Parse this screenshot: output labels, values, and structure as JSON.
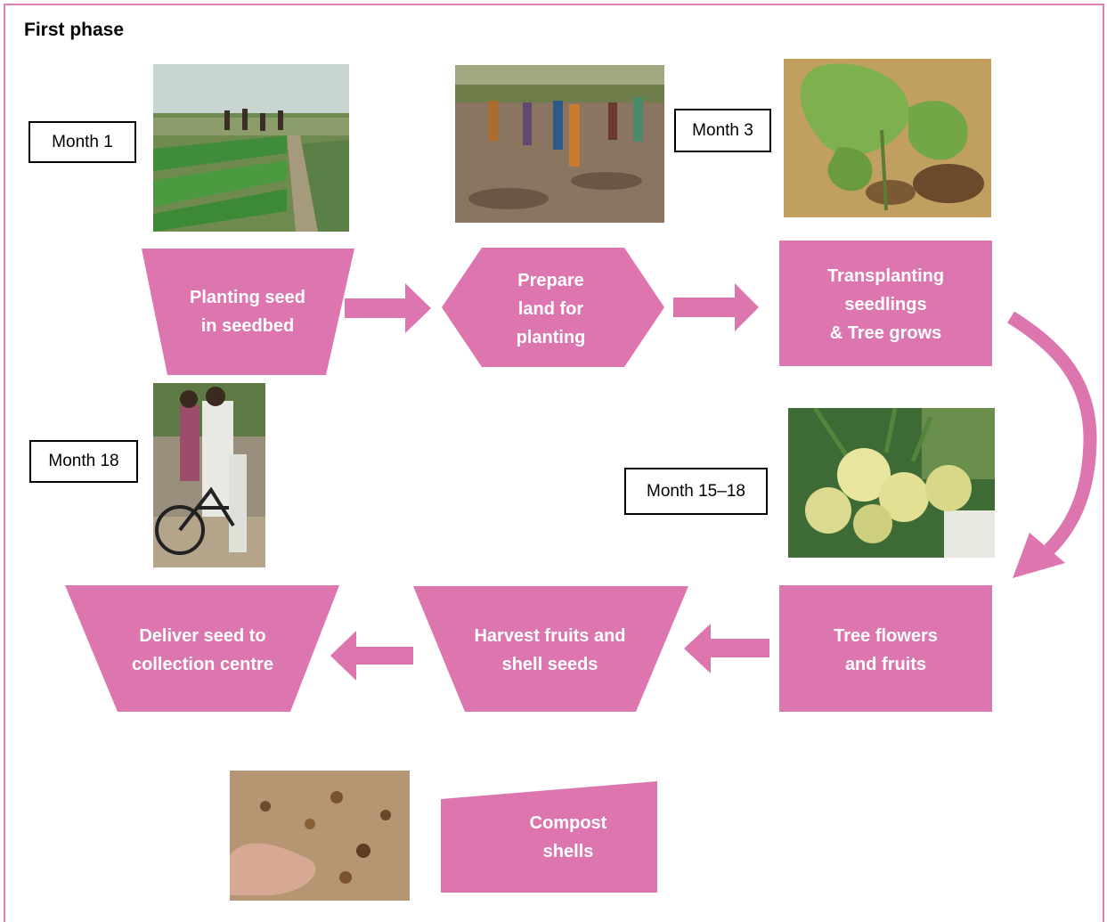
{
  "title": "First phase",
  "colors": {
    "accent": "#dd76ae",
    "border": "#dd7fb3"
  },
  "months": {
    "m1": "Month 1",
    "m3": "Month 3",
    "m18": "Month 18",
    "m15_18": "Month 15–18"
  },
  "steps": {
    "planting": "Planting seed\nin seedbed",
    "prepare": "Prepare\nland for\nplanting",
    "transplant": "Transplanting\nseedlings\n& Tree grows",
    "flowers": "Tree flowers\nand fruits",
    "harvest": "Harvest fruits and\nshell seeds",
    "deliver": "Deliver seed to\ncollection centre",
    "compost": "Compost\nshells"
  },
  "photos": [
    "seedbed-photo",
    "land-preparation-photo",
    "seedling-photo",
    "bicycle-delivery-photo",
    "fruits-photo",
    "shells-in-hand-photo"
  ]
}
